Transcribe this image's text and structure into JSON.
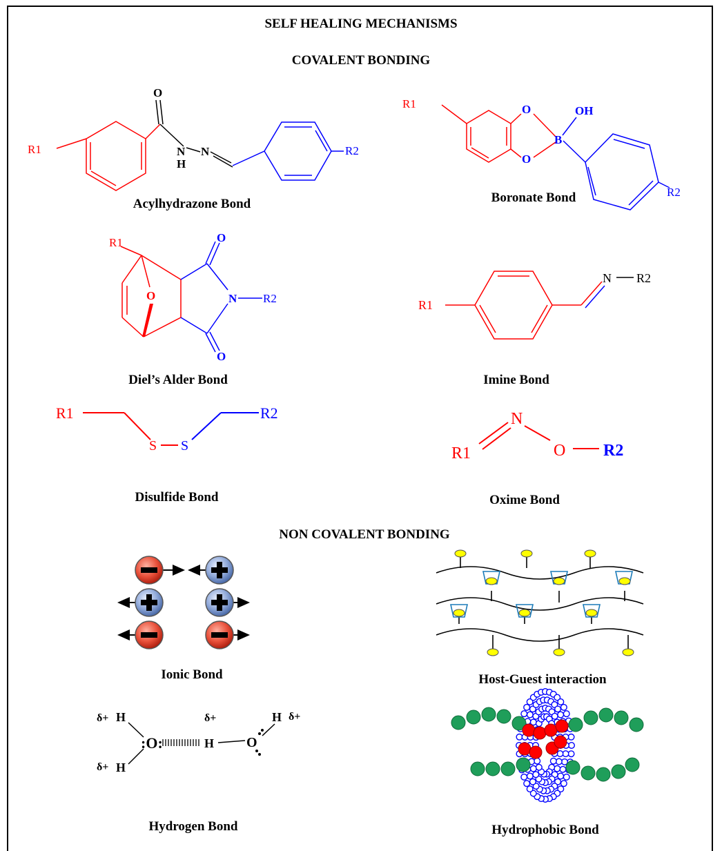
{
  "figure": {
    "title": "SELF HEALING MECHANISMS",
    "sections": {
      "covalent": "COVALENT BONDING",
      "noncovalent": "NON COVALENT BONDING"
    },
    "captions": {
      "acylhydrazone": "Acylhydrazone Bond",
      "boronate": "Boronate Bond",
      "diels_alder": "Diel’s Alder Bond",
      "imine": "Imine Bond",
      "disulfide": "Disulfide Bond",
      "oxime": "Oxime Bond",
      "ionic": "Ionic Bond",
      "host_guest": "Host-Guest interaction",
      "hydrogen": "Hydrogen Bond",
      "hydrophobic": "Hydrophobic Bond"
    },
    "labels": {
      "r1": "R1",
      "r2": "R2",
      "o": "O",
      "oh": "OH",
      "b": "B",
      "n": "N",
      "h": "H",
      "s": "S",
      "delta_plus": "δ+",
      "lone_pair_o": ":O:",
      "minus": "−",
      "plus": "+"
    },
    "colors": {
      "red": "#ff0000",
      "blue": "#0000ff",
      "black": "#000000",
      "anion": "#e8503a",
      "cation": "#8fa8d8",
      "yellow": "#ffff00",
      "green": "#1f9e5a"
    }
  }
}
